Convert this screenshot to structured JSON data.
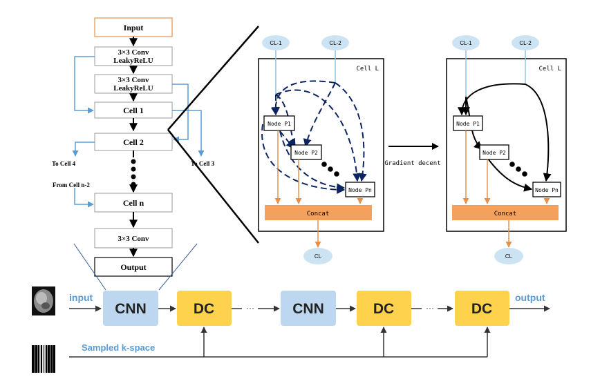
{
  "cell_stack": {
    "input": "Input",
    "conv1_line1": "3×3 Conv",
    "conv1_line2": "LeakyReLU",
    "conv2_line1": "3×3 Conv",
    "conv2_line2": "LeakyReLU",
    "cell1": "Cell 1",
    "cell2": "Cell 2",
    "celln": "Cell n",
    "conv_final": "3×3 Conv",
    "output": "Output",
    "to_cell4": "To Cell 4",
    "to_cell3": "To Cell 3",
    "from_celln2": "From Cell n-2"
  },
  "cell_detail": {
    "c_prev1": "CL-1",
    "c_prev2": "CL-2",
    "title": "Cell L",
    "node_p1": "Node P1",
    "node_p2": "Node P2",
    "node_pn": "Node Pn",
    "concat": "Concat",
    "c_out": "CL"
  },
  "transition_label": "Gradient decent",
  "pipeline": {
    "input_label": "input",
    "output_label": "output",
    "kspace_label": "Sampled k-space",
    "blocks": [
      "CNN",
      "DC",
      "CNN",
      "DC",
      "DC"
    ],
    "ellipsis": "···"
  },
  "colors": {
    "orange_border": "#e8904a",
    "concat_fill": "#f3a15c",
    "light_blue": "#cce3f3",
    "blue_arrow": "#5b9bd5",
    "dark_blue": "#0c2461",
    "cnn_fill": "#bcd7ef",
    "dc_fill": "#ffd24d"
  }
}
